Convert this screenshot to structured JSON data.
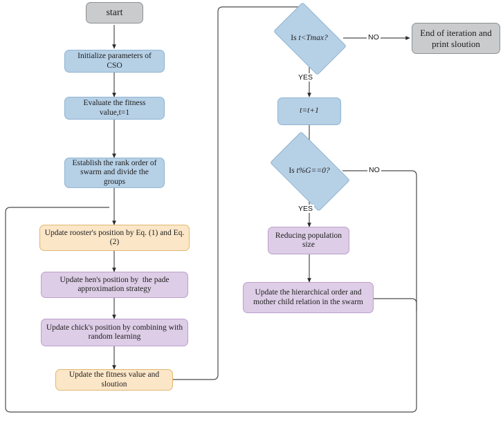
{
  "diagram": {
    "title": "CSO algorithm flowchart",
    "colors": {
      "gray_fill": "#c9cbcc",
      "blue_fill": "#b6d0e6",
      "orange_fill": "#fbe6c8",
      "purple_fill": "#ddcde6",
      "edge_stroke": "#3a3a3a",
      "background": "#ffffff"
    },
    "nodes": {
      "start": "start",
      "init_params": "Initialize parameters of CSO",
      "evaluate_fitness": "Evaluate the fitness value,t=1",
      "establish_rank": "Establish the rank order of swarm and divide the groups",
      "update_rooster": "Update rooster's position by Eq. (1) and Eq.(2)",
      "update_hen": "Update hen's position by  the pade approximation strategy",
      "update_chick": "Update chick's position by combining with random learning",
      "update_fitness": "Update the fitness value and sloution",
      "decision_tmax_prefix": "Is ",
      "decision_tmax_expr": "t<Tmax?",
      "end_iteration": "End of iteration and print sloution",
      "increment_t": "t=t+1",
      "decision_mod_prefix": "Is ",
      "decision_mod_expr": "t%G==0?",
      "reduce_population": "Reducing population size",
      "update_hierarchy": "Update the hierarchical order and mother child relation in the swarm"
    },
    "edge_labels": {
      "no_tmax": "NO",
      "yes_tmax": "YES",
      "no_mod": "NO",
      "yes_mod": "YES"
    }
  }
}
